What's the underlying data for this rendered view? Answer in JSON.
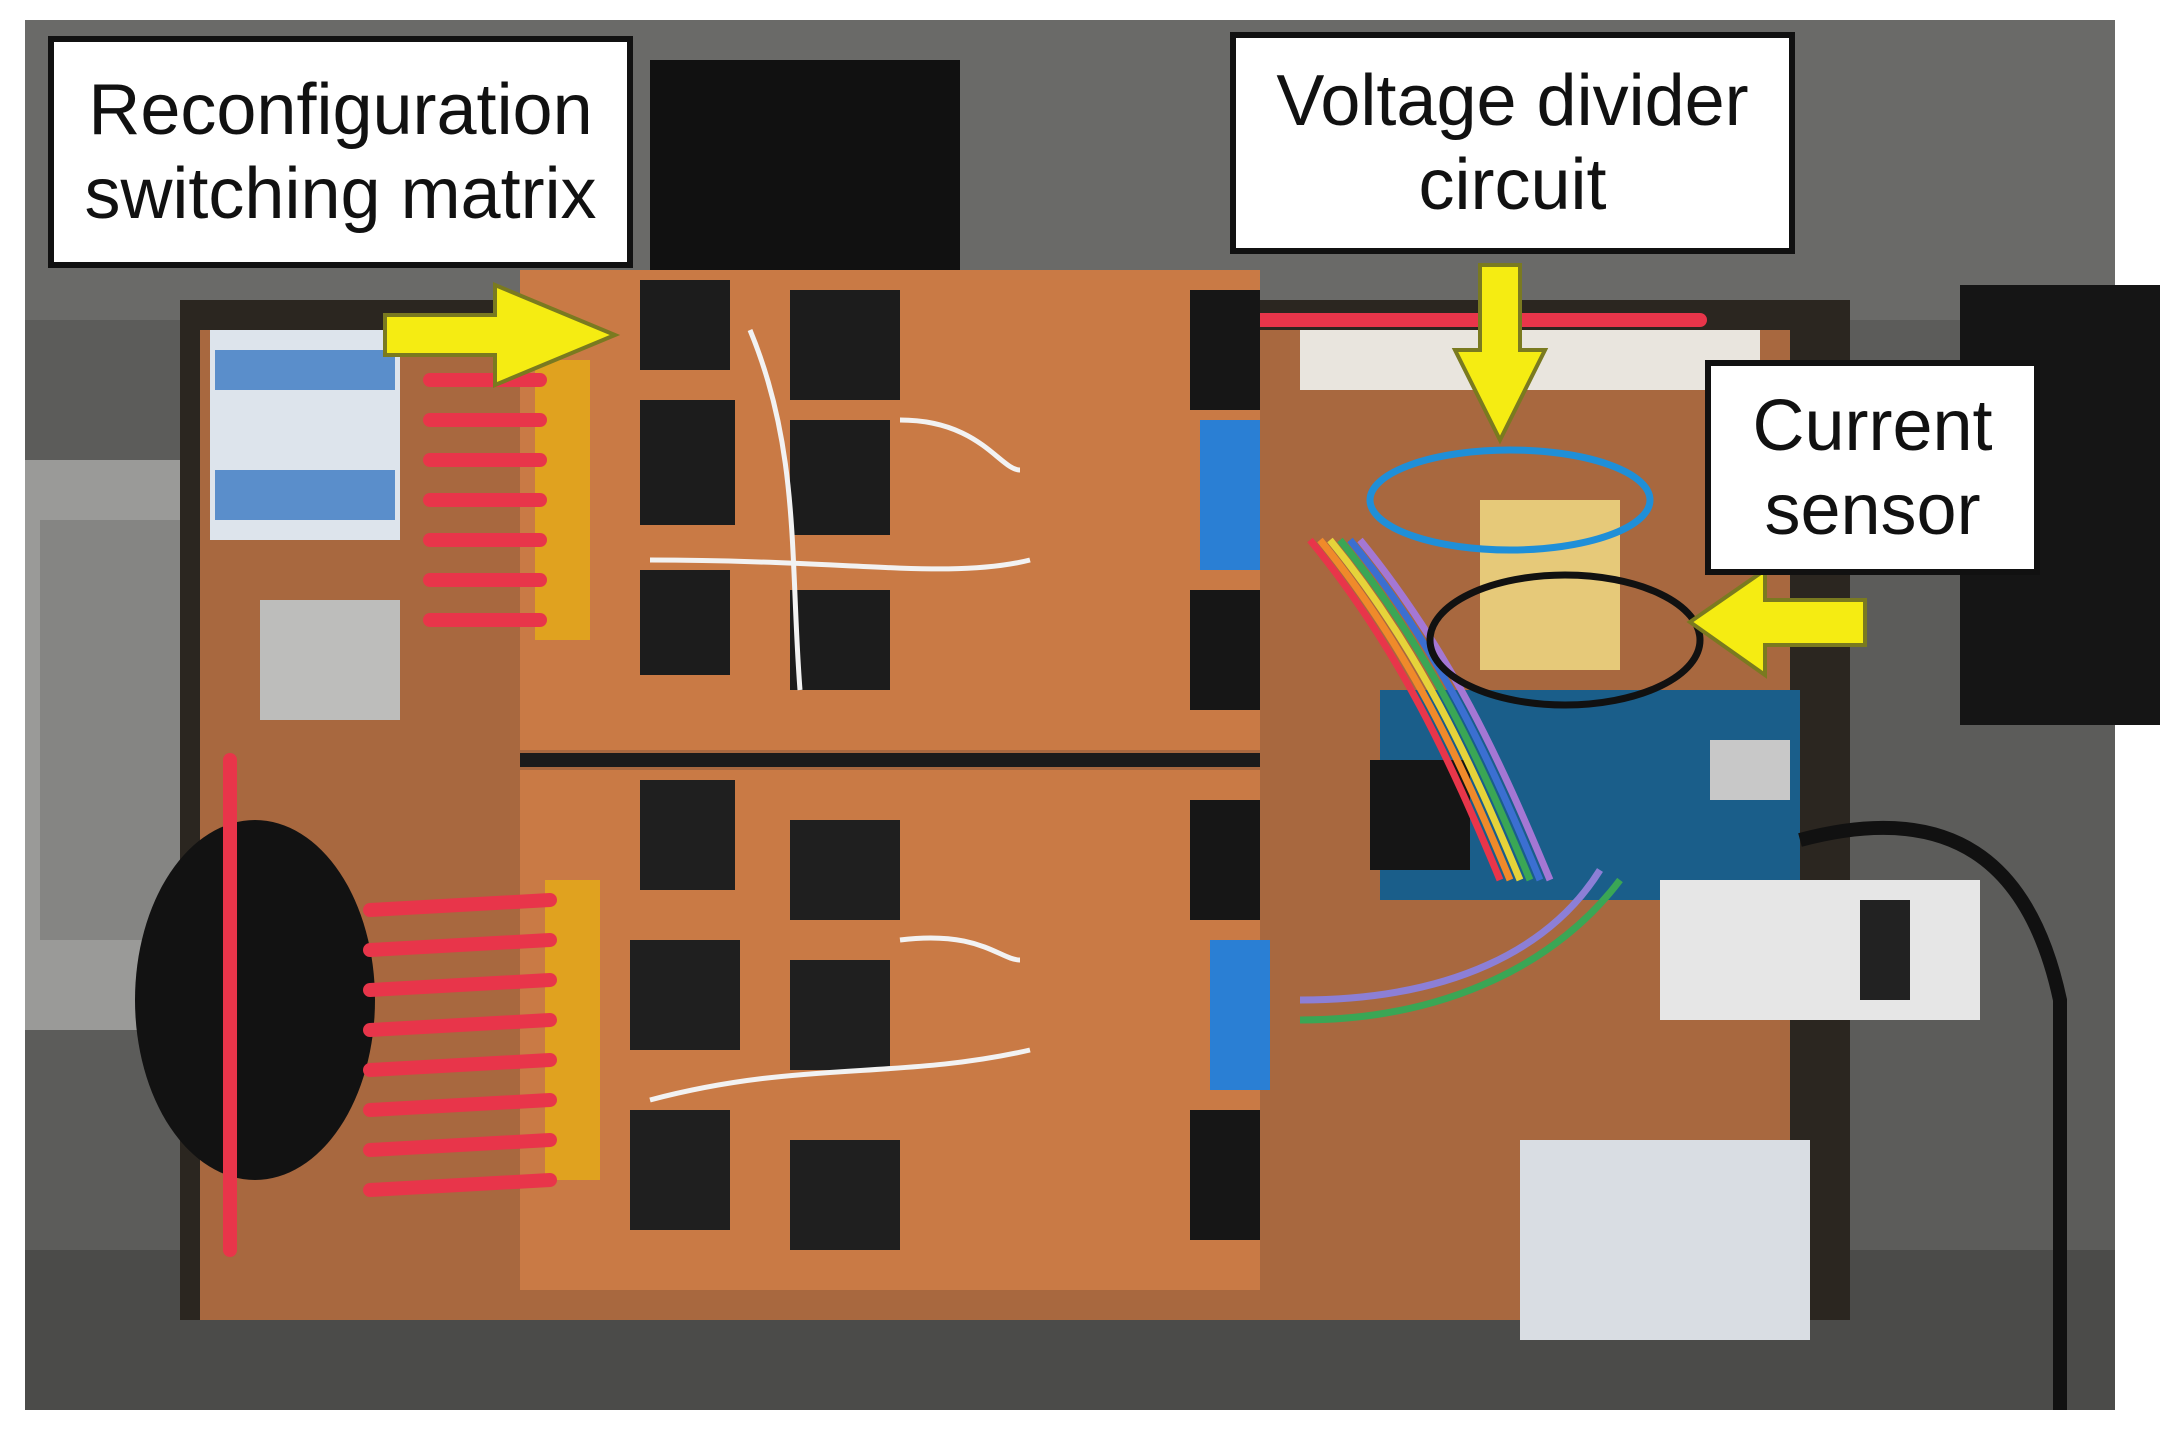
{
  "annotations": {
    "switching_matrix": {
      "line1": "Reconfiguration",
      "line2": "switching matrix"
    },
    "voltage_divider": {
      "line1": "Voltage divider",
      "line2": "circuit"
    },
    "current_sensor": {
      "line1": "Current",
      "line2": "sensor"
    }
  },
  "colors": {
    "arrow": "#f5ec12",
    "arrow_outline": "#7a7a20",
    "voltage_ellipse": "#1f8fd8",
    "current_ellipse": "#111111",
    "pcb": "#c97a45",
    "relay": "#1c1c1c",
    "terminal_blue": "#2a7fd4",
    "wire_red": "#e8354a"
  }
}
